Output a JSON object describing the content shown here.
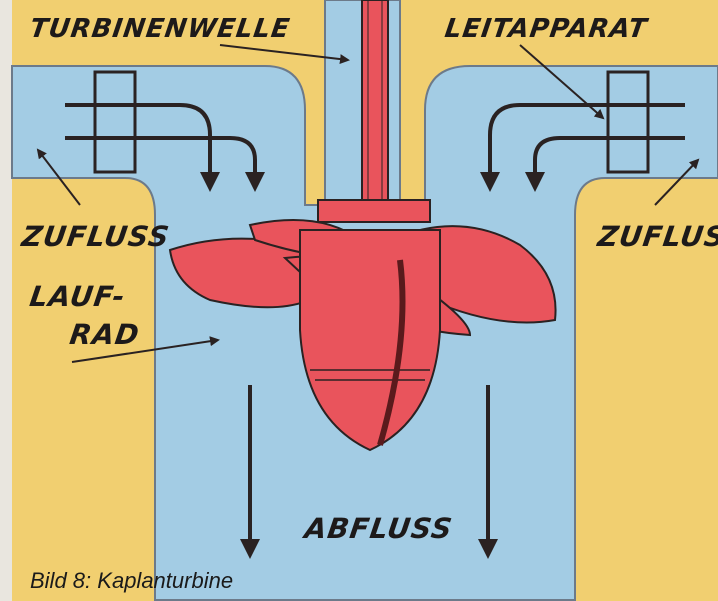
{
  "labels": {
    "shaft": "TURBINENWELLE",
    "guide_vanes": "LEITAPPARAT",
    "inflow_left": "ZUFLUSS",
    "inflow_right": "ZUFLUSS",
    "runner_line1": "LAUF-",
    "runner_line2": "RAD",
    "outflow": "ABFLUSS"
  },
  "caption": {
    "prefix": "Bild 8:",
    "title": "Kaplanturbine"
  },
  "colors": {
    "background_frame": "#e9e6df",
    "concrete": "#f1cf70",
    "water": "#a3cce4",
    "runner": "#e9545c",
    "ink": "#2a2222"
  }
}
